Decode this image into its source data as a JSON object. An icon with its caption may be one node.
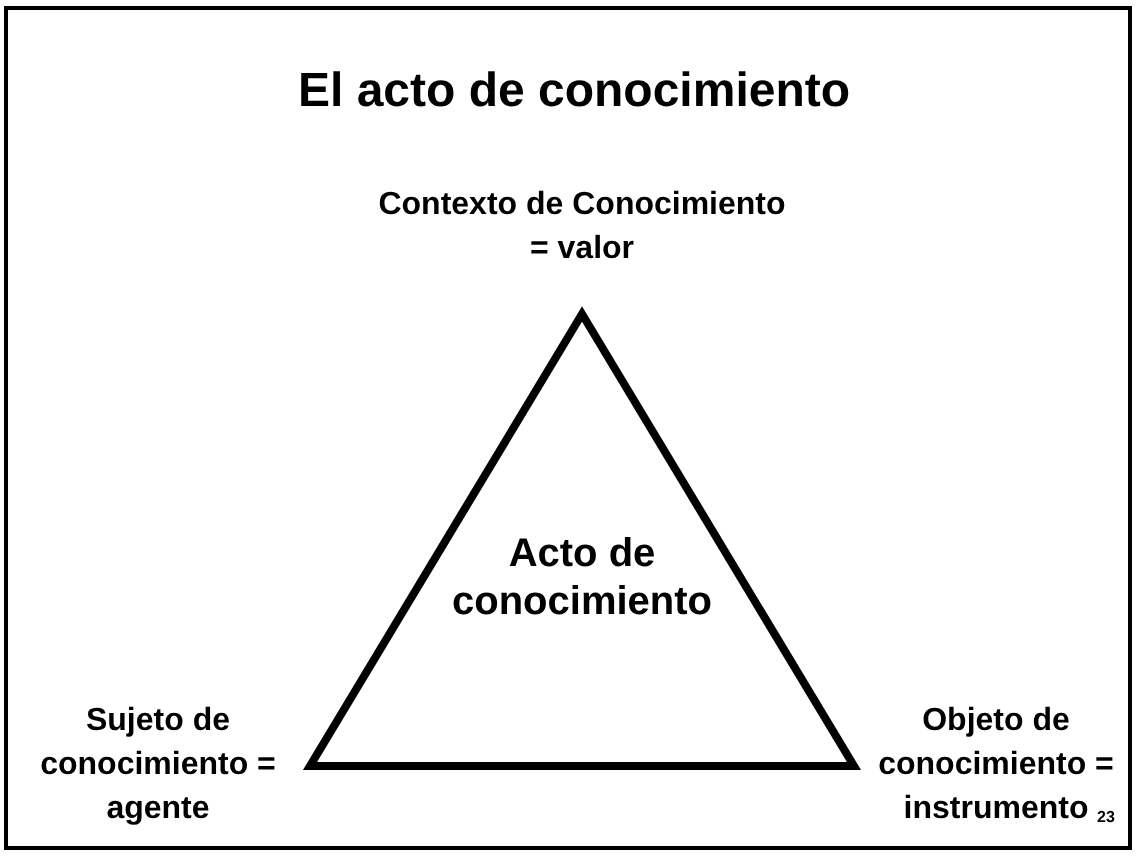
{
  "diagram": {
    "title": "El acto de conocimiento",
    "nodes": [
      {
        "text": [
          "Acto de conocimiento"
        ]
      }
    ],
    "labels": [
      "Contexto de Conocimiento = valor",
      "Sujeto de conocimiento = agente",
      "Objeto de conocimiento = instrumento",
      "23"
    ]
  }
}
